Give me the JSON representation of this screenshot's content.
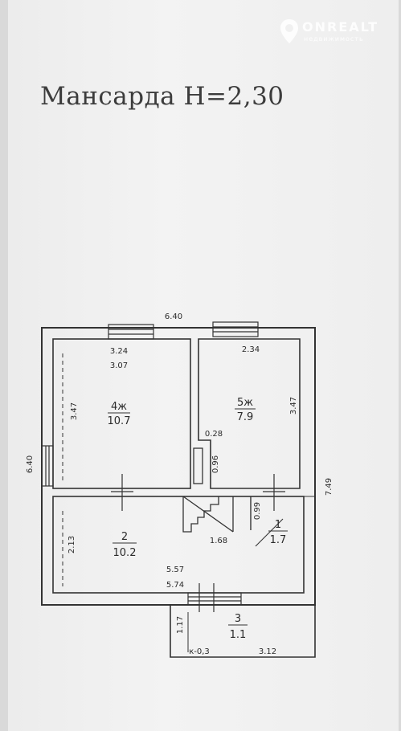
{
  "title": "Мансарда  Н=2,30",
  "watermark": {
    "brand": "ONREALT",
    "sub": "недвижимость"
  },
  "dimensions": {
    "top_width": "6.40",
    "left_height": "6.40",
    "right_height": "7.49",
    "room4_width_outer": "3.24",
    "room4_width_inner": "3.07",
    "room4_height": "3.47",
    "room5_width": "2.34",
    "room5_height": "3.47",
    "niche_width": "0.28",
    "niche_height": "0.96",
    "stair_gap": "0.99",
    "stair_length": "1.68",
    "room2_height": "2.13",
    "bottom_inner": "5.57",
    "bottom_outer": "5.74",
    "balcony_height": "1.17",
    "balcony_level": "к-0,3",
    "balcony_width": "3.12"
  },
  "rooms": [
    {
      "number": "4ж",
      "area": "10.7"
    },
    {
      "number": "5ж",
      "area": "7.9"
    },
    {
      "number": "2",
      "area": "10.2"
    },
    {
      "number": "1",
      "area": "1.7"
    },
    {
      "number": "3",
      "area": "1.1"
    }
  ]
}
